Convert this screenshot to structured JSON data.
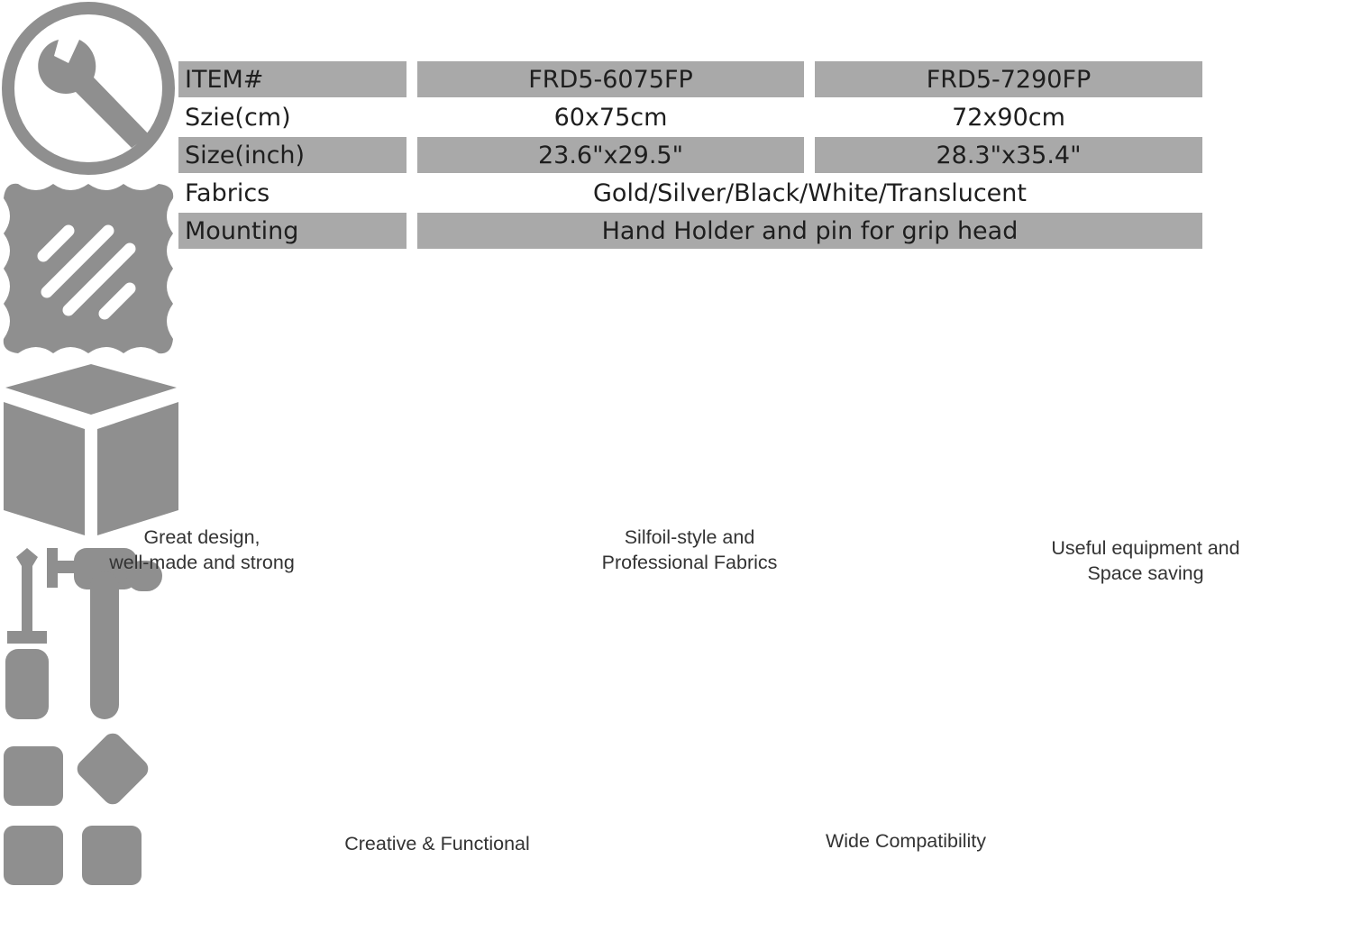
{
  "spec_table": {
    "rows": [
      {
        "label": "ITEM#",
        "col1": "FRD5-6075FP",
        "col2": "FRD5-7290FP"
      },
      {
        "label": "Szie(cm)",
        "col1": "60x75cm",
        "col2": "72x90cm"
      },
      {
        "label": "Size(inch)",
        "col1": "23.6\"x29.5\"",
        "col2": "28.3\"x35.4\""
      },
      {
        "label": "Fabrics",
        "span": "Gold/Silver/Black/White/Translucent"
      },
      {
        "label": "Mounting",
        "span": "Hand Holder and pin for grip head"
      }
    ]
  },
  "features": [
    {
      "icon": "wrench-icon",
      "line1": "Great design,",
      "line2": "well-made and strong"
    },
    {
      "icon": "fabric-swatch-icon",
      "line1": "Silfoil-style and",
      "line2": "Professional Fabrics"
    },
    {
      "icon": "box-icon",
      "line1": "Useful equipment and",
      "line2": "Space saving"
    },
    {
      "icon": "tools-icon",
      "line1": "Creative & Functional"
    },
    {
      "icon": "apps-grid-icon",
      "line1": "Wide Compatibility"
    }
  ],
  "colors": {
    "icon_gray": "#8f8f8f",
    "table_shade": "#a9a9a9"
  }
}
